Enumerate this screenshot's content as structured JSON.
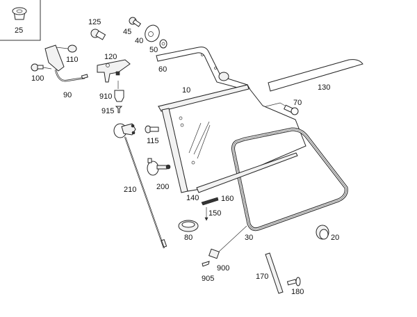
{
  "diagram": {
    "title": "Rear side window assembly parts diagram",
    "inset_box": {
      "label": "25"
    },
    "parts": [
      {
        "id": "p10",
        "label": "10",
        "name": "window glass"
      },
      {
        "id": "p20",
        "label": "20",
        "name": "plug"
      },
      {
        "id": "p25",
        "label": "25",
        "name": "nut clip"
      },
      {
        "id": "p30",
        "label": "30",
        "name": "window seal"
      },
      {
        "id": "p40",
        "label": "40",
        "name": "mount plate"
      },
      {
        "id": "p45",
        "label": "45",
        "name": "screw"
      },
      {
        "id": "p50",
        "label": "50",
        "name": "washer"
      },
      {
        "id": "p60",
        "label": "60",
        "name": "frame trim"
      },
      {
        "id": "p70",
        "label": "70",
        "name": "screw"
      },
      {
        "id": "p80",
        "label": "80",
        "name": "grommet"
      },
      {
        "id": "p90",
        "label": "90",
        "name": "cable"
      },
      {
        "id": "p100",
        "label": "100",
        "name": "bolt"
      },
      {
        "id": "p110",
        "label": "110",
        "name": "nut"
      },
      {
        "id": "p115",
        "label": "115",
        "name": "bolt"
      },
      {
        "id": "p120",
        "label": "120",
        "name": "hinge"
      },
      {
        "id": "p125",
        "label": "125",
        "name": "bolt"
      },
      {
        "id": "p130",
        "label": "130",
        "name": "trim strip"
      },
      {
        "id": "p140",
        "label": "140",
        "name": "lower strip"
      },
      {
        "id": "p150",
        "label": "150",
        "name": "pin"
      },
      {
        "id": "p160",
        "label": "160",
        "name": "clip strip"
      },
      {
        "id": "p170",
        "label": "170",
        "name": "vertical strip"
      },
      {
        "id": "p180",
        "label": "180",
        "name": "screw"
      },
      {
        "id": "p200",
        "label": "200",
        "name": "bracket"
      },
      {
        "id": "p210",
        "label": "210",
        "name": "actuator rod"
      },
      {
        "id": "p900",
        "label": "900",
        "name": "clip"
      },
      {
        "id": "p905",
        "label": "905",
        "name": "pin"
      },
      {
        "id": "p910",
        "label": "910",
        "name": "cap"
      },
      {
        "id": "p915",
        "label": "915",
        "name": "screw"
      }
    ]
  }
}
